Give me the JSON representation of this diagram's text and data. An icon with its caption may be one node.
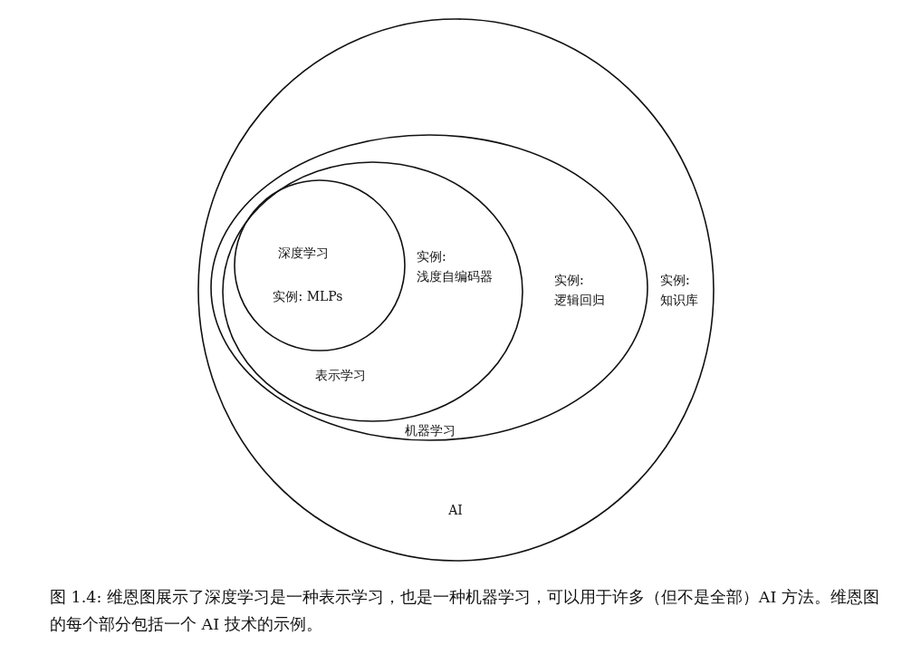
{
  "diagram": {
    "caption": "图 1.4: 维恩图展示了深度学习是一种表示学习，也是一种机器学习，可以用于许多（但不是全部）AI 方法。维恩图的每个部分包括一个 AI 技术的示例。",
    "nodes": [
      {
        "text": [
          "AI",
          "实例: 知识库"
        ]
      },
      {
        "text": [
          "机器学习",
          "实例: 逻辑回归"
        ],
        "in": 0
      },
      {
        "text": [
          "表示学习",
          "实例: 浅度自编码器"
        ],
        "in": 1
      },
      {
        "text": [
          "深度学习",
          "实例: MLPs"
        ],
        "in": 2
      }
    ]
  }
}
